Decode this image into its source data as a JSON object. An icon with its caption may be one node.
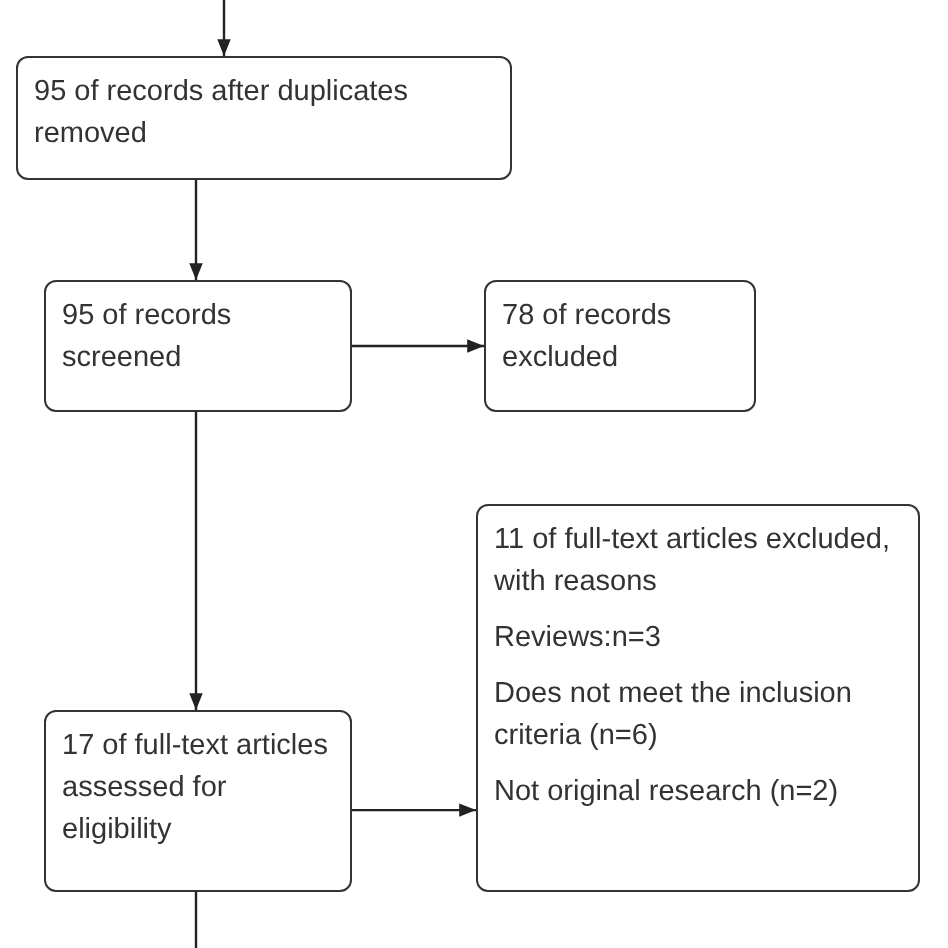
{
  "diagram": {
    "nodes": [
      {
        "text": [
          "95 of records after duplicates removed"
        ]
      },
      {
        "text": [
          "95 of records screened"
        ]
      },
      {
        "text": [
          "78 of records excluded"
        ]
      },
      {
        "text": [
          "11 of full-text articles excluded, with reasons",
          "Reviews:n=3",
          "Does not meet the inclusion criteria (n=6)",
          "Not original research (n=2)"
        ]
      },
      {
        "text": [
          "17 of full-text articles assessed for eligibility"
        ]
      }
    ],
    "edges": [
      {
        "from": null,
        "to": 0,
        "arrow": "to"
      },
      {
        "from": 0,
        "to": 1,
        "arrow": "to"
      },
      {
        "from": 1,
        "to": 2,
        "arrow": "to"
      },
      {
        "from": 1,
        "to": 4,
        "arrow": "to"
      },
      {
        "from": 4,
        "to": 3,
        "arrow": "to"
      },
      {
        "from": 4,
        "to": null,
        "arrow": "none"
      }
    ]
  }
}
